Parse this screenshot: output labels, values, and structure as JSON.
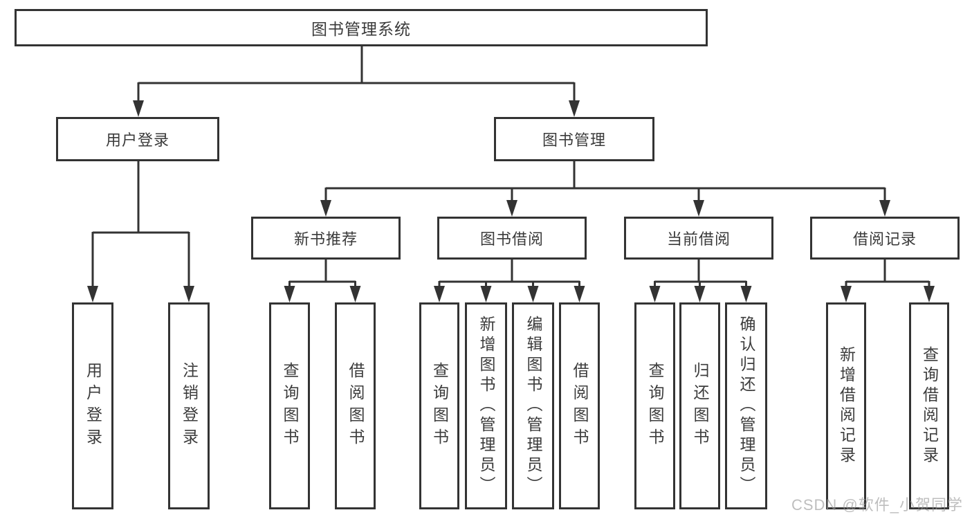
{
  "colors": {
    "line": "#333333",
    "box_border": "#333333",
    "text": "#3a3a3a",
    "watermark": "#a9a9a9",
    "background": "#ffffff"
  },
  "watermark": "CSDN @软件_小贺同学",
  "tree": {
    "root": {
      "label": "图书管理系统",
      "children": [
        {
          "label": "用户登录",
          "children": [
            {
              "label": "用户登录"
            },
            {
              "label": "注销登录"
            }
          ]
        },
        {
          "label": "图书管理",
          "children": [
            {
              "label": "新书推荐",
              "children": [
                {
                  "label": "查询图书"
                },
                {
                  "label": "借阅图书"
                }
              ]
            },
            {
              "label": "图书借阅",
              "children": [
                {
                  "label": "查询图书"
                },
                {
                  "label": "新增图书（管理员）"
                },
                {
                  "label": "编辑图书（管理员）"
                },
                {
                  "label": "借阅图书"
                }
              ]
            },
            {
              "label": "当前借阅",
              "children": [
                {
                  "label": "查询图书"
                },
                {
                  "label": "归还图书"
                },
                {
                  "label": "确认归还（管理员）"
                }
              ]
            },
            {
              "label": "借阅记录",
              "children": [
                {
                  "label": "新增借阅记录"
                },
                {
                  "label": "查询借阅记录"
                }
              ]
            }
          ]
        }
      ]
    }
  }
}
